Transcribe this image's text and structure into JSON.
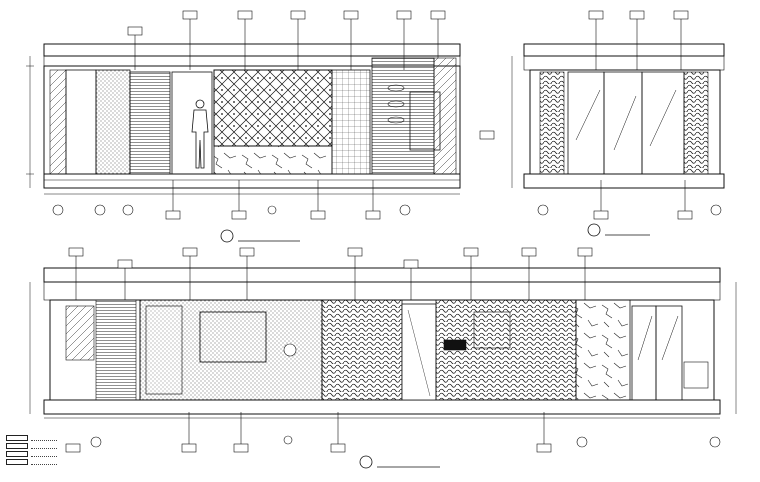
{
  "drawing": {
    "title": "",
    "elevations": [
      {
        "id": "elev-a",
        "title": "",
        "scale": ""
      },
      {
        "id": "elev-b",
        "title": "",
        "scale": ""
      },
      {
        "id": "elev-c",
        "title": "",
        "scale": ""
      }
    ],
    "colors": {
      "line": "#111111",
      "background": "#ffffff",
      "hatch": "#333333"
    },
    "icons": [
      "section-marker-icon",
      "callout-tag-icon",
      "human-figure-icon",
      "dimension-arrow-icon"
    ]
  }
}
